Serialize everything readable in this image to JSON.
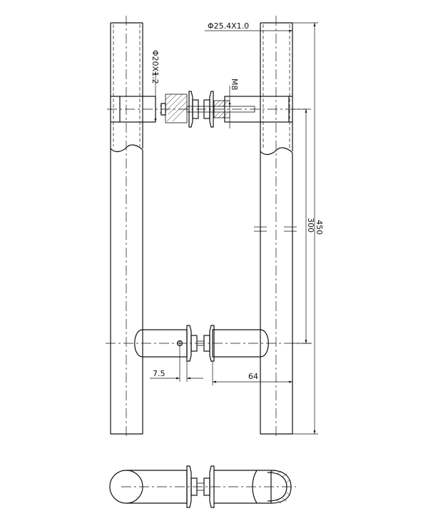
{
  "dimensions": {
    "outer_tube": "Φ25.4X1.0",
    "inner_tube": "Φ20X1.2",
    "thread": "M8",
    "inner_length": "300",
    "overall_length": "450",
    "offset": "7.5",
    "standoff": "64"
  }
}
